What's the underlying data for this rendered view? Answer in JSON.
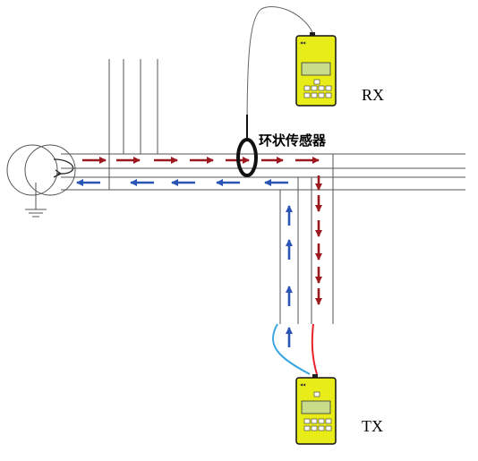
{
  "labels": {
    "rx": "RX",
    "tx": "TX",
    "sensor": "环状传感器"
  },
  "devices": {
    "rx": {
      "screen_text": "",
      "body_color": "#e8ed1a",
      "screen_color": "#c8dc8a"
    },
    "tx": {
      "screen_text": "",
      "body_color": "#e8ed1a",
      "screen_color": "#c8dc8a"
    }
  },
  "colors": {
    "forward_arrow": "#9b1a1f",
    "return_arrow": "#2a55b5",
    "lead_red": "#e8212b",
    "lead_blue": "#3aa6df"
  }
}
